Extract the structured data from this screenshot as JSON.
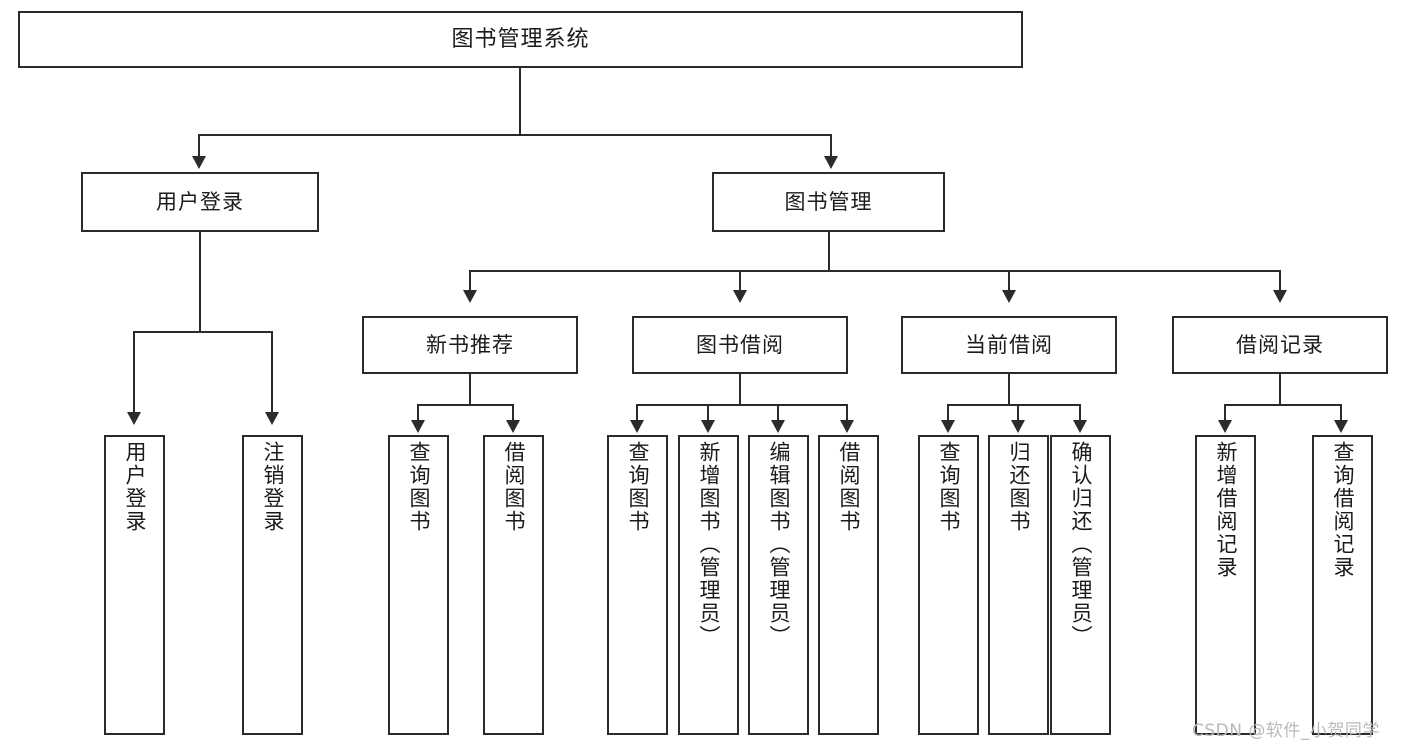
{
  "diagram": {
    "type": "tree",
    "title": "图书管理系统",
    "orientation": "top-down",
    "line_color": "#2b2b2b",
    "box_fill": "#ffffff",
    "text_color": "#1b1b1b"
  },
  "root": {
    "label": "图书管理系统"
  },
  "level2": {
    "user_login": {
      "label": "用户登录"
    },
    "book_manage": {
      "label": "图书管理"
    }
  },
  "level3": {
    "new_book_recommend": {
      "label": "新书推荐"
    },
    "book_borrow": {
      "label": "图书借阅"
    },
    "current_borrow": {
      "label": "当前借阅"
    },
    "borrow_record": {
      "label": "借阅记录"
    }
  },
  "leaves": {
    "user_login": [
      {
        "label": "用户登录"
      },
      {
        "label": "注销登录"
      }
    ],
    "new_book_recommend": [
      {
        "label": "查询图书"
      },
      {
        "label": "借阅图书"
      }
    ],
    "book_borrow": [
      {
        "label": "查询图书"
      },
      {
        "label": "新增图书（管理员）"
      },
      {
        "label": "编辑图书（管理员）"
      },
      {
        "label": "借阅图书"
      }
    ],
    "current_borrow": [
      {
        "label": "查询图书"
      },
      {
        "label": "归还图书"
      },
      {
        "label": "确认归还（管理员）"
      }
    ],
    "borrow_record": [
      {
        "label": "新增借阅记录"
      },
      {
        "label": "查询借阅记录"
      }
    ]
  },
  "watermark": {
    "text": "CSDN @软件_小贺同学"
  }
}
